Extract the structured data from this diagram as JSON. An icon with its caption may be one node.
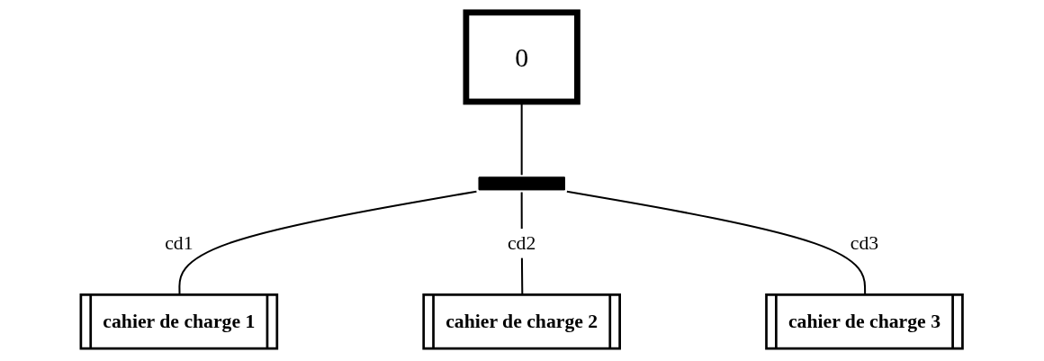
{
  "diagram": {
    "nodes": [
      {
        "text": [
          "0"
        ]
      },
      {
        "text": [],
        "shape": "bar"
      },
      {
        "text": [
          "cahier de charge 1"
        ]
      },
      {
        "text": [
          "cahier de charge 2"
        ]
      },
      {
        "text": [
          "cahier de charge 3"
        ]
      }
    ],
    "edges": [
      {
        "from": 0,
        "to": 1,
        "arrow": "none"
      },
      {
        "from": 1,
        "to": 2,
        "arrow": "none",
        "label": "cd1"
      },
      {
        "from": 1,
        "to": 3,
        "arrow": "none",
        "label": "cd2"
      },
      {
        "from": 1,
        "to": 4,
        "arrow": "none",
        "label": "cd3"
      }
    ]
  }
}
